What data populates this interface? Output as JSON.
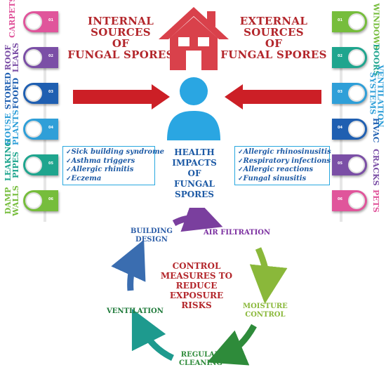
{
  "header": {
    "internal_title": "INTERNAL SOURCES\nOF\nFUNGAL SPORES",
    "external_title": "EXTERNAL SOURCES\nOF\nFUNGAL SPORES"
  },
  "internal_sources": [
    {
      "label": "CARPETS",
      "num": "01",
      "color": "#e0559b",
      "text_color": "#e0559b"
    },
    {
      "label": "ROOF LEAKS",
      "num": "02",
      "color": "#7b4fa6",
      "text_color": "#7b4fa6"
    },
    {
      "label": "STORED FOOFD",
      "num": "03",
      "color": "#1f5fb1",
      "text_color": "#1f5fb1"
    },
    {
      "label": "HOUSE PLANTS",
      "num": "04",
      "color": "#2f9fd8",
      "text_color": "#2f9fd8"
    },
    {
      "label": "LEAKING PIPES",
      "num": "05",
      "color": "#1fa58e",
      "text_color": "#1fa58e"
    },
    {
      "label": "DAMP WALLS",
      "num": "06",
      "color": "#76bd3c",
      "text_color": "#76bd3c"
    }
  ],
  "external_sources": [
    {
      "label": "WINDOWS",
      "num": "01",
      "color": "#76bd3c",
      "text_color": "#76bd3c"
    },
    {
      "label": "DOORS",
      "num": "02",
      "color": "#1fa58e",
      "text_color": "#1fa58e"
    },
    {
      "label": "VENTILATION SYSTEMS",
      "num": "03",
      "color": "#2f9fd8",
      "text_color": "#2f9fd8"
    },
    {
      "label": "HVAC",
      "num": "04",
      "color": "#1f5fb1",
      "text_color": "#1f5fb1"
    },
    {
      "label": "CRACKS",
      "num": "05",
      "color": "#7b4fa6",
      "text_color": "#7b4fa6"
    },
    {
      "label": "PETS",
      "num": "06",
      "color": "#e0559b",
      "text_color": "#e0559b"
    }
  ],
  "health": {
    "title": "HEALTH IMPACTS\nOF\nFUNGAL SPORES",
    "left_items": [
      "Sick building syndrome",
      "Asthma triggers",
      "Allergic rhinitis",
      "Eczema"
    ],
    "right_items": [
      "Allergic rhinosinusitis",
      "Respiratory infections",
      "Allergic reactions",
      "Fungal sinusitis"
    ]
  },
  "control": {
    "title": "CONTROL\nMEASURES TO\nREDUCE\nEXPOSURE RISKS",
    "steps": [
      {
        "label": "AIR FILTRATION",
        "color": "#7b2fa0"
      },
      {
        "label": "MOISTURE\nCONTROL",
        "color": "#8ab83a"
      },
      {
        "label": "REGULAR\nCLEANING",
        "color": "#2e8b3a"
      },
      {
        "label": "VENTILATION",
        "color": "#1f7a3a"
      },
      {
        "label": "BUILDING\nDESIGN",
        "color": "#2d5ea8"
      }
    ]
  },
  "colors": {
    "house": "#d9414b",
    "arrow": "#cc1f26",
    "person": "#2aa6e2",
    "accent_blue": "#28a8e0"
  }
}
